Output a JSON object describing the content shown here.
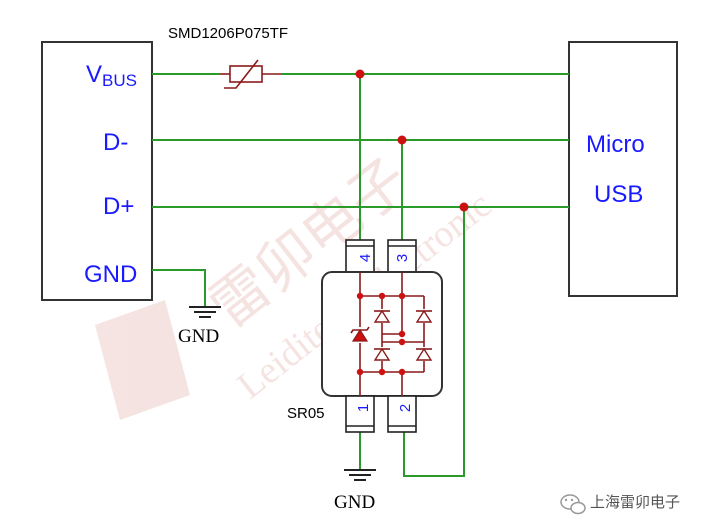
{
  "fuse_label": "SMD1206P075TF",
  "left_connector": {
    "vbus_main": "V",
    "vbus_sub": "BUS",
    "dminus": "D-",
    "dplus": "D+",
    "gnd": "GND"
  },
  "right_connector": {
    "line1": "Micro",
    "line2": "USB"
  },
  "chip": {
    "part_name": "SR05",
    "pin4": "4",
    "pin3": "3",
    "pin1": "1",
    "pin2": "2"
  },
  "gnd_label_top": "GND",
  "gnd_label_bottom": "GND",
  "watermark": {
    "chinese": "雷卯电子",
    "english": "Leiditech Electronic"
  },
  "footer": {
    "icon": "wechat-icon",
    "text": "上海雷卯电子"
  },
  "colors": {
    "wire": "#2a9a2a",
    "component": "#8b1a1a",
    "label": "#1a1aff",
    "junction": "#cc1111"
  }
}
